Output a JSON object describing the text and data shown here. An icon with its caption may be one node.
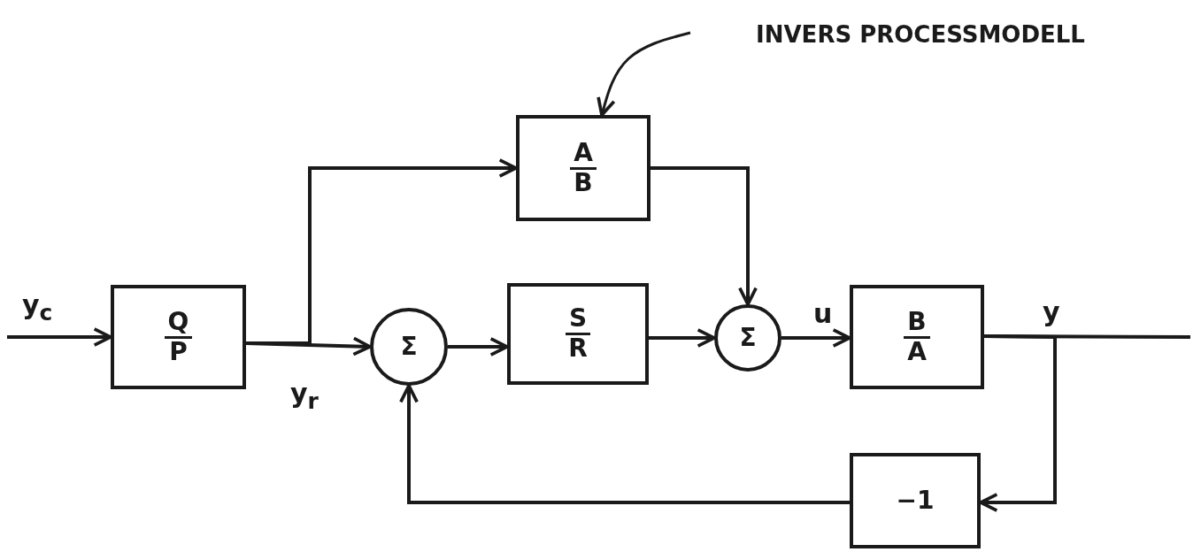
{
  "diagram": {
    "nodes": [
      {
        "text": [
          "INVERS PROCESSMODELL"
        ]
      },
      {
        "text": [
          "A",
          "B"
        ]
      },
      {
        "text": [
          "Q",
          "P"
        ]
      },
      {
        "text": [
          "Σ"
        ]
      },
      {
        "text": [
          "S",
          "R"
        ]
      },
      {
        "text": [
          "Σ"
        ]
      },
      {
        "text": [
          "B",
          "A"
        ]
      },
      {
        "text": [
          "−1"
        ]
      }
    ],
    "edges": [
      {
        "from": 0,
        "to": 1,
        "arrow": "to"
      },
      {
        "from": null,
        "to": 2,
        "arrow": "to",
        "label": "y$_{c}$"
      },
      {
        "from": 2,
        "to": 3,
        "arrow": "to",
        "label": "y$_{r}$"
      },
      {
        "from": 2,
        "to": 1,
        "arrow": "to"
      },
      {
        "from": 3,
        "to": 4,
        "arrow": "to"
      },
      {
        "from": 4,
        "to": 5,
        "arrow": "to"
      },
      {
        "from": 1,
        "to": 5,
        "arrow": "to"
      },
      {
        "from": 5,
        "to": 6,
        "arrow": "to",
        "label": "u"
      },
      {
        "from": 6,
        "to": null,
        "arrow": "none",
        "label": "y"
      },
      {
        "from": 6,
        "to": 7,
        "arrow": "to"
      },
      {
        "from": 7,
        "to": 3,
        "arrow": "to"
      }
    ]
  }
}
